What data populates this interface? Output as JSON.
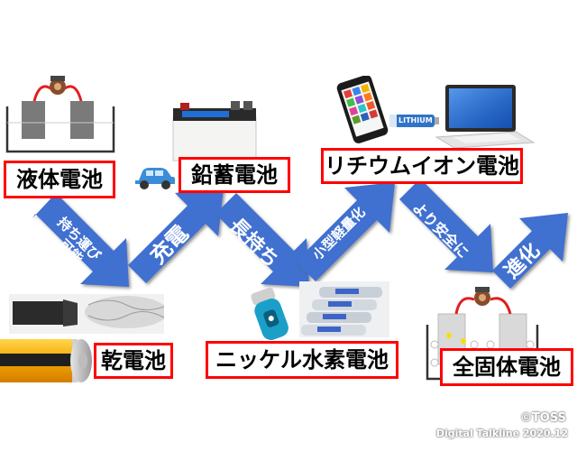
{
  "colors": {
    "arrow_blue": "#3f6fd0",
    "label_border": "#ff0000",
    "footer_text": "#ffffff"
  },
  "batteries": {
    "liquid": "液体電池",
    "lead": "鉛蓄電池",
    "lithium_ion": "リチウムイオン電池",
    "dry": "乾電池",
    "nickel_metal_hydride": "ニッケル水素電池",
    "solid_state": "全固体電池"
  },
  "arrows": {
    "portable": [
      "持ち運び",
      "可能"
    ],
    "charge": "充電",
    "long_life": "長持ち",
    "compact": "小型軽量化",
    "safer": "より安全に",
    "evolution": "進化"
  },
  "pictures": {
    "lithium_battery_text": "LITHIUM"
  },
  "footer": {
    "copyright": "©TOSS",
    "line2": "Digital Talkline 2020.12"
  }
}
